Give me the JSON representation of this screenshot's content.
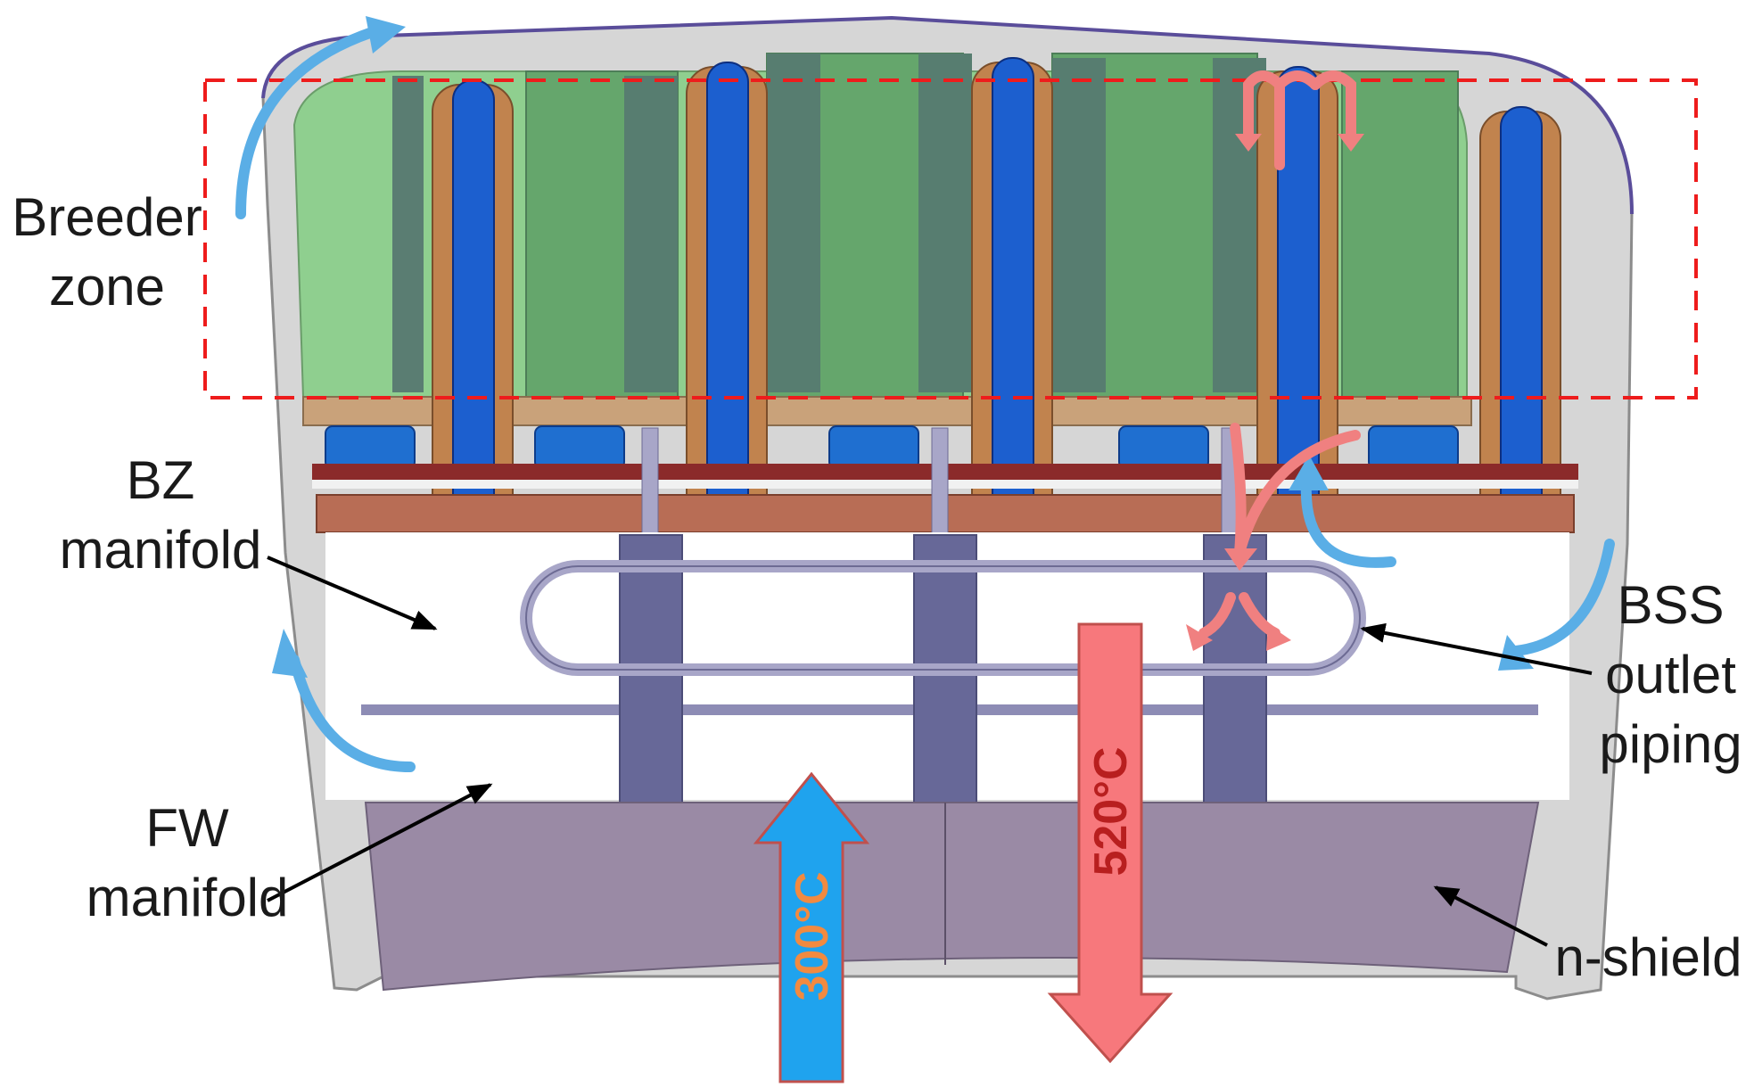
{
  "labels": {
    "breeder_zone": [
      "Breeder",
      "zone"
    ],
    "bz_manifold": [
      "BZ",
      "manifold"
    ],
    "fw_manifold": [
      "FW",
      "manifold"
    ],
    "bss_outlet_piping": [
      "BSS",
      "outlet",
      "piping"
    ],
    "n_shield": "n-shield"
  },
  "temperatures": {
    "inlet": "300°C",
    "outlet": "520°C"
  },
  "colors": {
    "breeder": "#5fa86a",
    "breeder_dark": "#557a70",
    "tube_blue": "#1c5fcf",
    "tube_orange": "#c1834e",
    "manifold_brown": "#b86d55",
    "piping_lilac": "#a8a6c8",
    "pillar": "#676898",
    "n_shield": "#9a8aa5",
    "casing_grey": "#d6d6d6",
    "flow_blue": "#5aaee6",
    "flow_red": "#f08080",
    "inlet_arrow": "#1fa3ee",
    "outlet_arrow": "#f7787c",
    "arrow_border": "#c0504d",
    "inlet_text": "#f28a40",
    "outlet_text": "#b81f1f",
    "box_dash": "#ee1c1c"
  }
}
